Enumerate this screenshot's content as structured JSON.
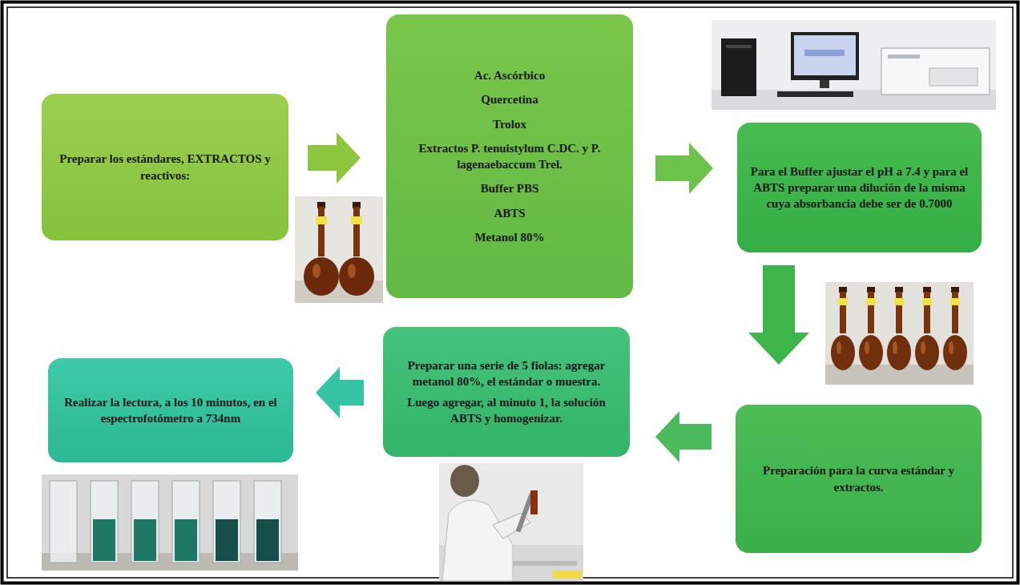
{
  "diagram": {
    "nodes": [
      {
        "text": [
          "Preparar los estándares, EXTRACTOS y reactivos:"
        ]
      },
      {
        "text": [
          "Ac. Ascórbico",
          "Quercetina",
          "Trolox",
          "Extractos P. tenuistylum C.DC. y P. lagenaebaccum Trel.",
          "Buffer PBS",
          "ABTS",
          "Metanol 80%"
        ]
      },
      {
        "text": [
          "Para el Buffer ajustar el pH a 7.4 y para el ABTS preparar una dilución de la misma cuya absorbancia debe ser de 0.7000"
        ]
      },
      {
        "text": [
          "Preparación para la curva estándar y extractos."
        ]
      },
      {
        "text": [
          "Preparar una serie de 5 fiolas: agregar metanol 80%, el estándar o muestra.",
          "Luego agregar, al minuto 1, la solución ABTS y homogenizar."
        ]
      },
      {
        "text": [
          "Realizar la lectura, a los 10 minutos, en el espectrofotómetro a 734nm"
        ]
      }
    ],
    "edges": [
      {
        "from": 0,
        "to": 1,
        "arrow": "to"
      },
      {
        "from": 1,
        "to": 2,
        "arrow": "to"
      },
      {
        "from": 2,
        "to": 3,
        "arrow": "to"
      },
      {
        "from": 3,
        "to": 4,
        "arrow": "to"
      },
      {
        "from": 4,
        "to": 5,
        "arrow": "to"
      }
    ]
  }
}
